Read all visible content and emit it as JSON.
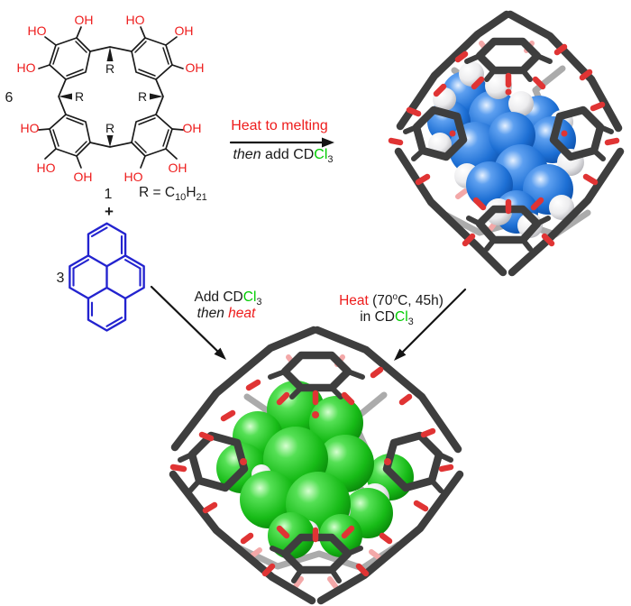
{
  "colors": {
    "ink": "#1a1a1a",
    "red": "#ee1c1c",
    "green": "#00cc00",
    "blue": "#2323cf",
    "stick-dark": "#3e3e3e",
    "stick-light": "#ababab",
    "oxygen": "#e03434",
    "oxygen-faded": "#f3a8a8",
    "guest-blue": "#1d6fd4",
    "guest-green": "#17bb17",
    "hydrogen": "#ededef"
  },
  "macrocycle": {
    "count": "6",
    "number": "1",
    "r_label": "R",
    "oh_labels": [
      "OH",
      "HO",
      "HO",
      "HO",
      "OH",
      "OH",
      "HO",
      "HO",
      "OH",
      "OH",
      "OH",
      "HO"
    ],
    "r_definition": {
      "pre": "R = C",
      "sub1": "10",
      "mid": "H",
      "sub2": "21"
    }
  },
  "plus_sign": "+",
  "pyrene": {
    "count": "3"
  },
  "arrows": {
    "melt": {
      "line1": "Heat to melting",
      "then": "then",
      "add": " add CD",
      "cl": "Cl",
      "sub": "3"
    },
    "add_cdcl3": {
      "add": "Add CD",
      "cl": "Cl",
      "sub": "3",
      "then": "then ",
      "heat": "heat"
    },
    "heat_70": {
      "heat": "Heat",
      "open": " (70",
      "deg": "o",
      "rest": "C, 45h)",
      "in": "in CD",
      "cl": "Cl",
      "sub": "3"
    }
  }
}
